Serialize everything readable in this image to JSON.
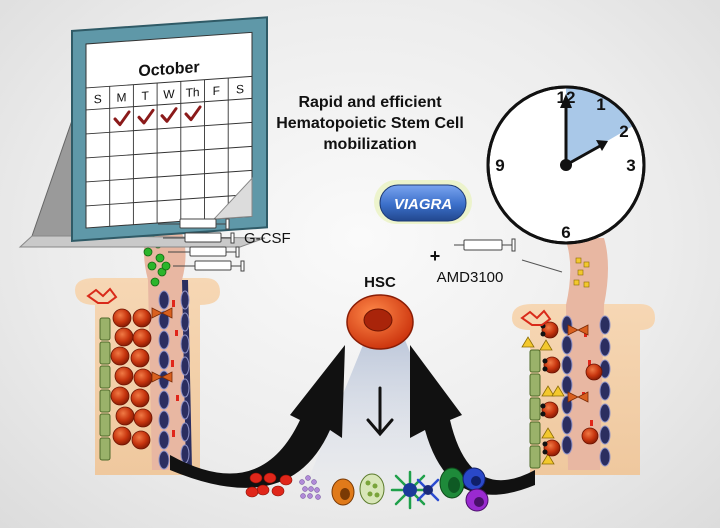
{
  "title_lines": [
    "Rapid and efficient",
    "Hematopoietic Stem Cell",
    "mobilization"
  ],
  "calendar": {
    "month": "October",
    "days": [
      "S",
      "M",
      "T",
      "W",
      "Th",
      "F",
      "S"
    ]
  },
  "clock": {
    "numbers": {
      "n12": "12",
      "n1": "1",
      "n2": "2",
      "n3": "3",
      "n6": "6",
      "n9": "9"
    }
  },
  "labels": {
    "gcsf": "G-CSF",
    "viagra": "VIAGRA",
    "plus": "+",
    "amd3100": "AMD3100",
    "hsc": "HSC"
  },
  "colors": {
    "calendar_frame": "#5f98a8",
    "check_mark": "#8b1a1a",
    "clock_sector": "#a9c8e8",
    "viagra_pill": "#3b6fc9",
    "hsc_cell": "#d8401a",
    "arrow": "#111111"
  }
}
